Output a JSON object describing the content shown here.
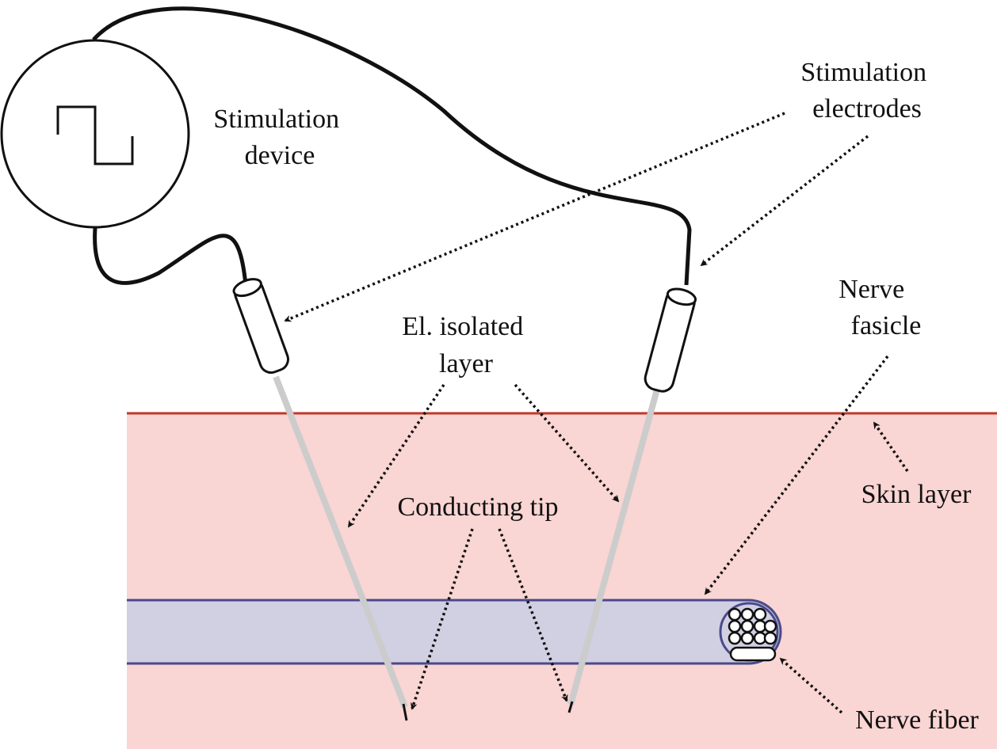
{
  "labels": {
    "device": [
      "Stimulation",
      "device"
    ],
    "electrodes": [
      "Stimulation",
      "electrodes"
    ],
    "isolated": [
      "El. isolated",
      "layer"
    ],
    "fascicle": [
      "Nerve",
      "fasicle"
    ],
    "skin": "Skin layer",
    "tip": "Conducting tip",
    "fiber": "Nerve fiber"
  },
  "colors": {
    "tissue": "#f9d5d3",
    "skin_line": "#c0392b",
    "nerve_fill": "#d1cfe2",
    "nerve_border": "#4a4a8a",
    "needle": "#cccccc"
  }
}
